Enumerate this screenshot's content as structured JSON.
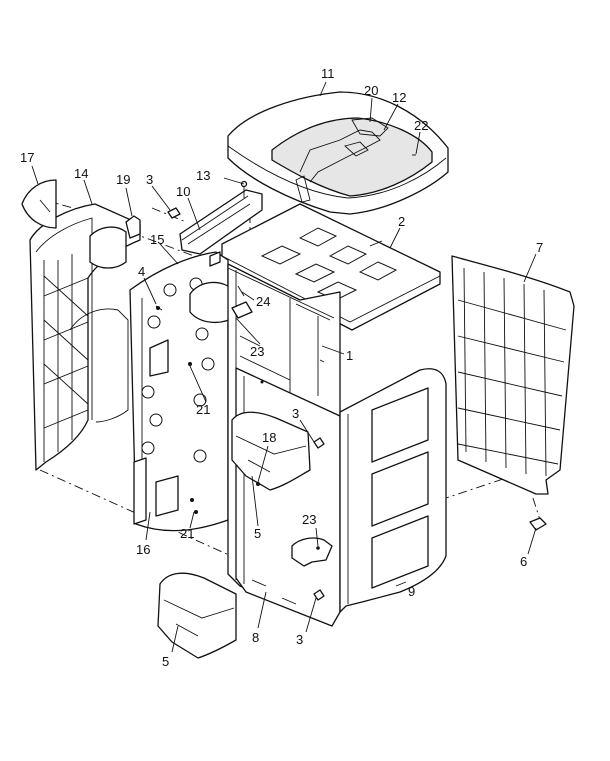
{
  "callouts": [
    {
      "id": "c11",
      "text": "11"
    },
    {
      "id": "c20",
      "text": "20"
    },
    {
      "id": "c12",
      "text": "12"
    },
    {
      "id": "c22",
      "text": "22"
    },
    {
      "id": "c17",
      "text": "17"
    },
    {
      "id": "c14",
      "text": "14"
    },
    {
      "id": "c19",
      "text": "19"
    },
    {
      "id": "c3a",
      "text": "3"
    },
    {
      "id": "c13",
      "text": "13"
    },
    {
      "id": "c10",
      "text": "10"
    },
    {
      "id": "c2",
      "text": "2"
    },
    {
      "id": "c7",
      "text": "7"
    },
    {
      "id": "c15",
      "text": "15"
    },
    {
      "id": "c4",
      "text": "4"
    },
    {
      "id": "c24",
      "text": "24"
    },
    {
      "id": "c23a",
      "text": "23"
    },
    {
      "id": "c1",
      "text": "1"
    },
    {
      "id": "c21a",
      "text": "21"
    },
    {
      "id": "c3b",
      "text": "3"
    },
    {
      "id": "c18",
      "text": "18"
    },
    {
      "id": "c5a",
      "text": "5"
    },
    {
      "id": "c16",
      "text": "16"
    },
    {
      "id": "c21b",
      "text": "21"
    },
    {
      "id": "c23b",
      "text": "23"
    },
    {
      "id": "c6",
      "text": "6"
    },
    {
      "id": "c9",
      "text": "9"
    },
    {
      "id": "c8",
      "text": "8"
    },
    {
      "id": "c3c",
      "text": "3"
    },
    {
      "id": "c5b",
      "text": "5"
    }
  ]
}
